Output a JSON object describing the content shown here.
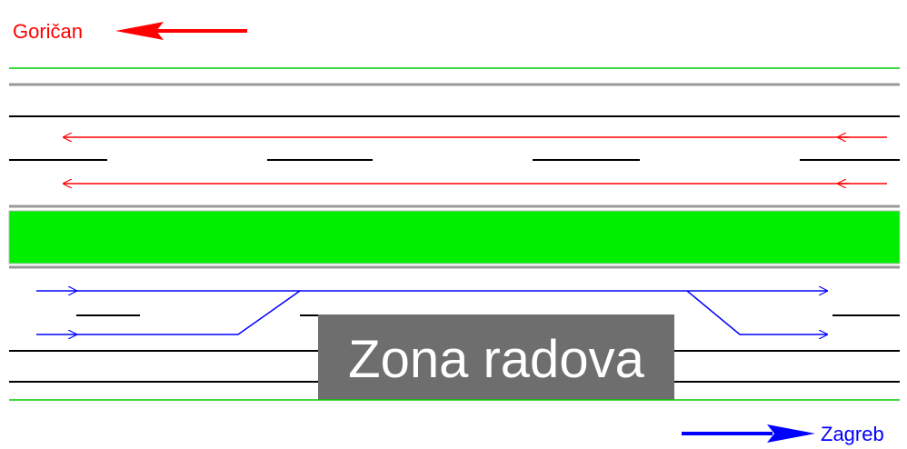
{
  "directions": {
    "north": {
      "label": "Goričan",
      "color": "#ff0000"
    },
    "south": {
      "label": "Zagreb",
      "color": "#0000ff"
    }
  },
  "work_zone": {
    "label": "Zona radova",
    "background": "#6e6e6e",
    "text_color": "#ffffff"
  },
  "colors": {
    "edge_line": "#00cc00",
    "median": "#00ee00",
    "lane_line": "#000000",
    "guard_line": "#999999"
  }
}
